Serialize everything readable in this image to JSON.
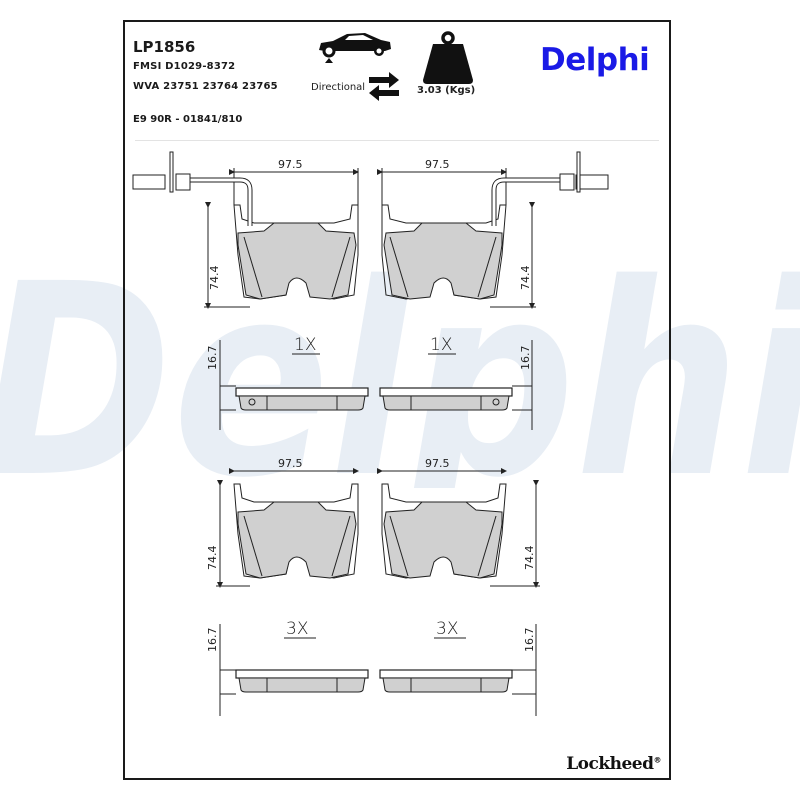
{
  "header": {
    "part_number": "LP1856",
    "fmsi": "FMSI D1029-8372",
    "wva": "WVA 23751 23764 23765",
    "ece_approval": "E9 90R - 01841/810",
    "directional_label": "Directional",
    "weight_label": "3.03 (Kgs)",
    "brand": "Delphi",
    "brand_color": "#1a1ae6"
  },
  "icons": {
    "vehicle": "car-axle-icon",
    "direction": "swap-arrows-icon",
    "weight": "weight-icon"
  },
  "drawing": {
    "width_dimension": "97.5",
    "height_dimension": "74.4",
    "thickness_dimension": "16.7",
    "set_with_sensor": {
      "quantity_label": "1X"
    },
    "set_without_sensor": {
      "quantity_label": "3X"
    },
    "pad_fill_color": "#d0d0d0",
    "line_color": "#222222"
  },
  "watermark": {
    "text": "Delphi",
    "color": "#e8eef5"
  },
  "footer": {
    "brand": "Lockheed",
    "registered_mark": "®"
  }
}
